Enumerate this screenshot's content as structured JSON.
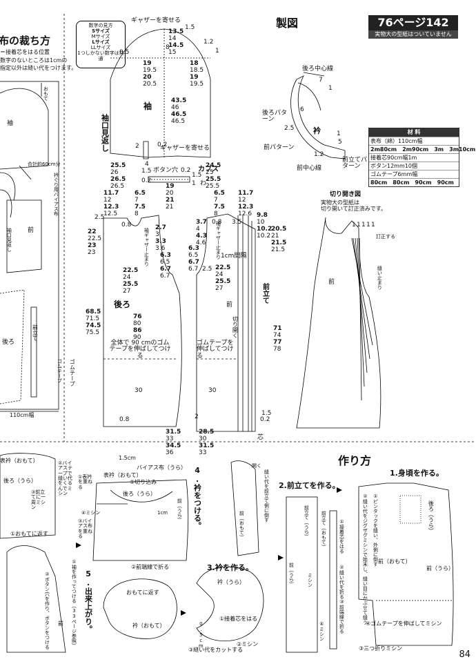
{
  "left_panel": {
    "title": "布の裁ち方",
    "legend_note": "＝接着芯をはる位置",
    "seam_note_1": "指定以外は縫い代をつけます。",
    "seam_note_2": "数字のないところは1cmの",
    "fabric_width_label": "110cm幅",
    "labels": [
      "袖",
      "前",
      "後ろ",
      "前立て",
      "合計約60cm分",
      "衿ぐり用バイアス布",
      "袖口見返し",
      "ゴムテープ",
      "わ",
      "おもて"
    ]
  },
  "size_box": {
    "title": "数字の見方",
    "lines": [
      "Sサイズ",
      "Mサイズ",
      "Lサイズ",
      "LLサイズ",
      "1つしかない数字は共通"
    ]
  },
  "pattern_section": {
    "title": "製図",
    "sleeve": {
      "top_note": "ギャザーを寄せる",
      "cap_top_values": [
        "13.5",
        "14",
        "14.5",
        "15"
      ],
      "left_values": [
        "19",
        "19.5",
        "20",
        "20.5"
      ],
      "right_values": [
        "18",
        "18.5",
        "19",
        "19.5"
      ],
      "length_values": [
        "43.5",
        "46",
        "46.5",
        "46.5"
      ],
      "label": "袖",
      "bottom_note": "ギャザーを寄せる",
      "cuff_facing": "袖口見返し",
      "bottom_left_values": [
        "25.5",
        "26",
        "26.5",
        "26.5"
      ],
      "bottom_right_values": [
        "24.5",
        "25",
        "25.5",
        "25.5"
      ],
      "small_values": [
        "1.5",
        "0.5",
        "1.2",
        "1",
        "0.2",
        "0.2",
        "2",
        "4",
        "8",
        "1.5"
      ],
      "button_loop": "ボタン穴"
    },
    "cuff": {
      "label": "カフス",
      "values": [
        "19",
        "20",
        "21",
        "21"
      ],
      "small": [
        "1.5",
        "わ",
        "0.2",
        "1"
      ]
    },
    "back_body": {
      "label": "後ろ",
      "top_values_left": [
        "11.7",
        "12",
        "12.3",
        "12.5"
      ],
      "top_values_mid": [
        "6.5",
        "7",
        "7.5",
        "8"
      ],
      "side_values": [
        "22",
        "22.5",
        "23",
        "23"
      ],
      "armhole_values": [
        "2.7",
        "3",
        "3.3",
        "3.6"
      ],
      "armhole_values_2": [
        "6.3",
        "6.5",
        "6.7",
        "6.7"
      ],
      "chest_values": [
        "22.5",
        "24",
        "25.5",
        "27"
      ],
      "length_values": [
        "68.5",
        "71.5",
        "74.5",
        "75.5"
      ],
      "waist_values": [
        "76",
        "80",
        "86",
        "90"
      ],
      "elastic_note": "全体で 90 cmのゴムテープを伸ばしてつける",
      "hem_values": [
        "31.5",
        "33",
        "34.5",
        "36"
      ],
      "small": [
        "2.5",
        "0.8",
        "30",
        "0.8",
        "袖ギャザー止まり"
      ]
    },
    "front_body": {
      "label": "前",
      "top_values_left": [
        "6.5",
        "7",
        "7.5",
        "8"
      ],
      "top_values_right": [
        "11.7",
        "12",
        "12.3",
        "12.6"
      ],
      "neck_values": [
        "3.7",
        "4",
        "4.3",
        "4.6"
      ],
      "armhole_values": [
        "6.3",
        "6.5",
        "6.7",
        "6.7"
      ],
      "chest_values": [
        "22.5",
        "24",
        "25.5",
        "27"
      ],
      "length_values": [
        "71",
        "74",
        "77",
        "78"
      ],
      "placket_values": [
        "9.8",
        "10",
        "10.2",
        "10.2"
      ],
      "placket_values_2": [
        "20.5",
        "21",
        "21.5",
        "21.5"
      ],
      "placket_label": "前立て",
      "cut_open": "切り開く",
      "elastic_note": "ゴムテープを伸ばしてつける",
      "hem_values": [
        "28.5",
        "30",
        "31.5",
        "33"
      ],
      "small": [
        "1cm間隔",
        "袖ギャザー止まり",
        "2.5",
        "0.8",
        "3.5",
        "1.5",
        "30",
        "2",
        "0.2",
        "芯"
      ]
    },
    "collar": {
      "labels": [
        "後ろ中心線",
        "衿",
        "後ろパターン",
        "前パターン",
        "前中心線",
        "前立てパターン"
      ],
      "values": [
        "7",
        "1",
        "6",
        "2.5",
        "1.2",
        "5",
        "1"
      ]
    },
    "slash_spread": {
      "title": "切り開き図",
      "note_1": "実物大の型紙は",
      "note_2": "切り開いて訂正済みです。",
      "label": "前",
      "tuck_note": "訂正する",
      "side_note": "縫い止まり",
      "values": [
        "1",
        "1",
        "1",
        "1",
        "1"
      ]
    }
  },
  "header": {
    "page_ref": "76ページ142",
    "note": "実物大の型紙はついていません"
  },
  "materials": {
    "title": "材 料",
    "rows": [
      "表布（綿）110cm幅",
      "2m80cm　2m90cm　3m　3m10cm",
      "接着芯90cm幅1m",
      "ボタン12mm10個",
      "ゴムテープ6mm幅",
      "80cm　80cm　90cm　90cm"
    ]
  },
  "instructions": {
    "title": "作り方",
    "steps": [
      {
        "num": "1.身頃を作る。",
        "notes": [
          "①ピンタックを縫い、外側に倒す",
          "②縫い代をジグザグミシンで始末し、縫い目にかぶせて縫う",
          "④ゴムテープを伸ばしてミシン",
          "③三つ折りミシン",
          "前（おもて）",
          "前（うら）",
          "後ろ（うら）"
        ]
      },
      {
        "num": "2.前立てを作る。",
        "notes": [
          "①接着芯をはる",
          "②縫い代を折る",
          "③前端線で折る",
          "④ミシン",
          "前立て（うら）",
          "前立て（おもて）",
          "前（おもて）",
          "前（うら）",
          "縫い代を前立て側に倒す",
          "開く",
          "ミシン"
        ]
      },
      {
        "num": "3.衿を作る。",
        "notes": [
          "衿（うら）",
          "①接着芯をはる",
          "②ミシン",
          "③縫い代をカットする",
          "おもてに返す",
          "衿（おもて）",
          "0.5cm"
        ]
      },
      {
        "num": "4.衿をつける。",
        "notes": [
          "表衿（おもて）",
          "1.5cm",
          "バイアス布（うら）",
          "①表衿を重ねる",
          "⑤切り込み",
          "③バイアス布を重ねる",
          "④ミシン",
          "②前端線で折る",
          "後ろ（うら）",
          "前（うら）",
          "1cm"
        ]
      },
      {
        "num": "5.出来上がり。",
        "notes": [
          "①おもてに返す",
          "②バイアステープで縫い代をくるんでミシン",
          "③前立てに一周ミシン",
          "表衿（おもて）",
          "後ろ（うら）",
          "①袖を作ってつける（33ページ参照）",
          "②ボタン穴を作り、ボタンをつける",
          "前"
        ]
      }
    ]
  },
  "page_number": "84"
}
